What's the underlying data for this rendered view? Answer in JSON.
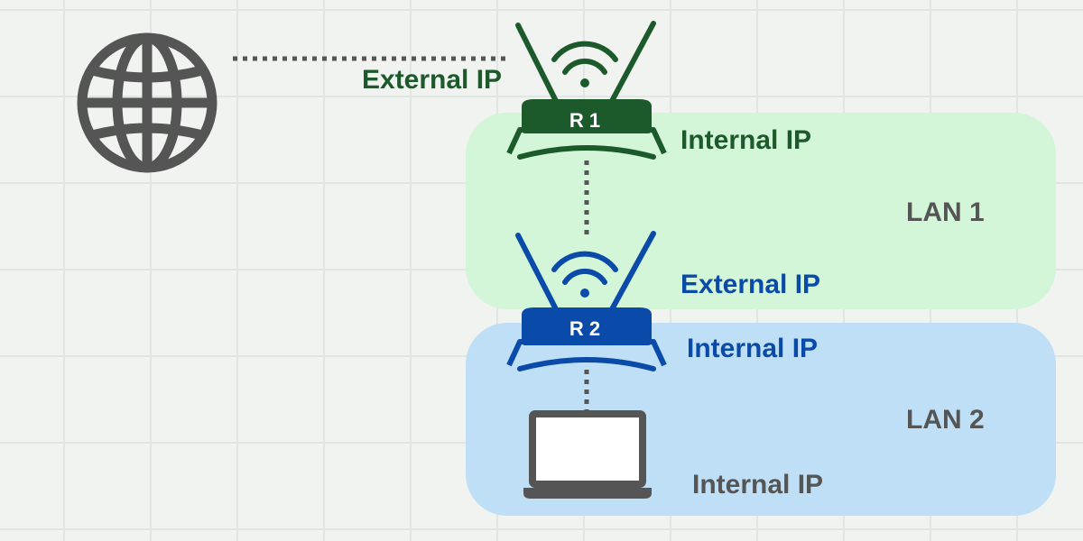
{
  "colors": {
    "green": "#1c5a2b",
    "blue": "#0a4aa8",
    "gray": "#555555",
    "lan1_fill": "#d3f5d8",
    "lan2_fill": "#bfdff6",
    "background": "#f1f3f1"
  },
  "icons": {
    "internet": "globe-icon",
    "router": "wifi-router-icon",
    "device": "laptop-icon"
  },
  "internet": {
    "label": "External IP"
  },
  "router1": {
    "name": "R 1",
    "internal_ip_label": "Internal IP"
  },
  "lan1": {
    "label": "LAN 1"
  },
  "router2": {
    "name": "R 2",
    "external_ip_label": "External IP",
    "internal_ip_label": "Internal IP"
  },
  "lan2": {
    "label": "LAN 2"
  },
  "laptop": {
    "label": "Internal IP"
  }
}
